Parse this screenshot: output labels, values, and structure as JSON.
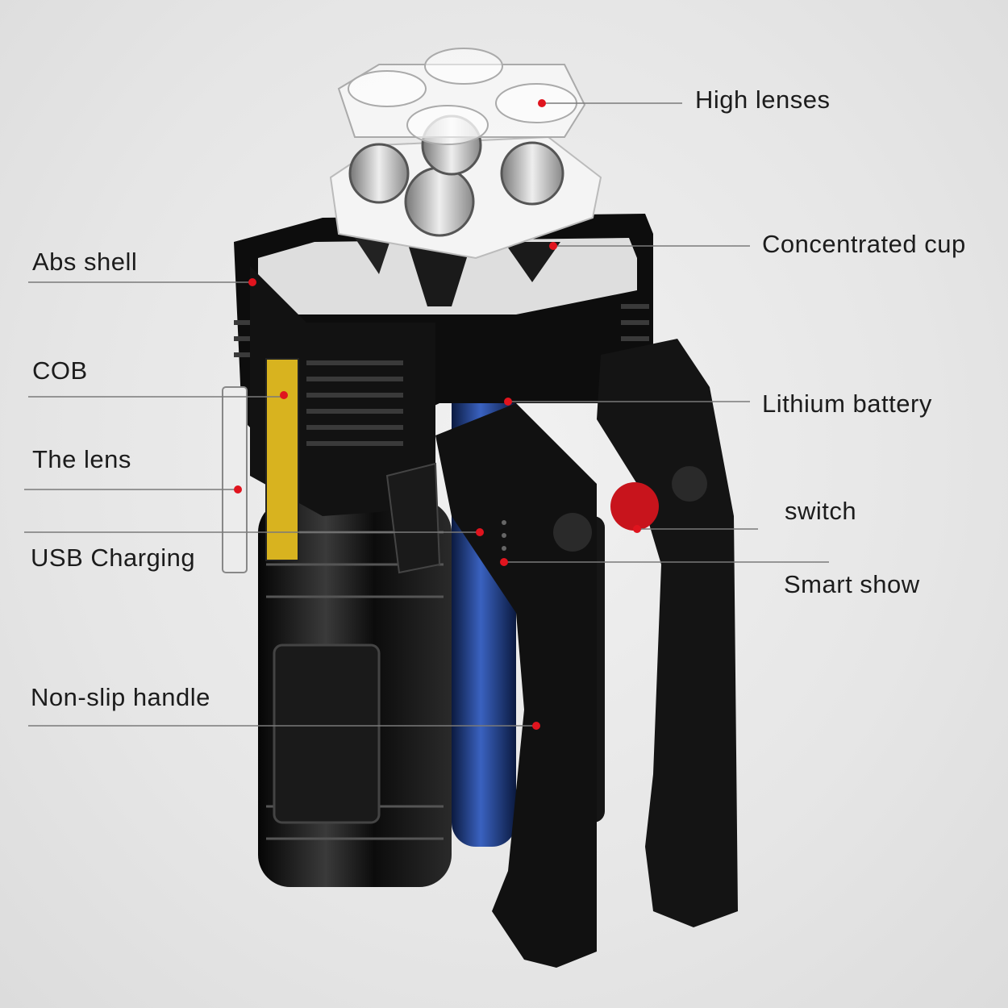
{
  "labels": {
    "high_lenses": "High lenses",
    "concentrated_cup": "Concentrated cup",
    "abs_shell": "Abs shell",
    "cob": "COB",
    "the_lens": "The lens",
    "usb_charging": "USB Charging",
    "lithium_battery": "Lithium battery",
    "switch": "switch",
    "smart_show": "Smart show",
    "non_slip_handle": "Non-slip handle"
  },
  "colors": {
    "marker": "#e0141e",
    "leader_line": "#7a7a7a",
    "body": "#141414",
    "battery": "#1d3f8a",
    "cob_panel": "#d9b21e",
    "switch_button": "#c8141c"
  }
}
